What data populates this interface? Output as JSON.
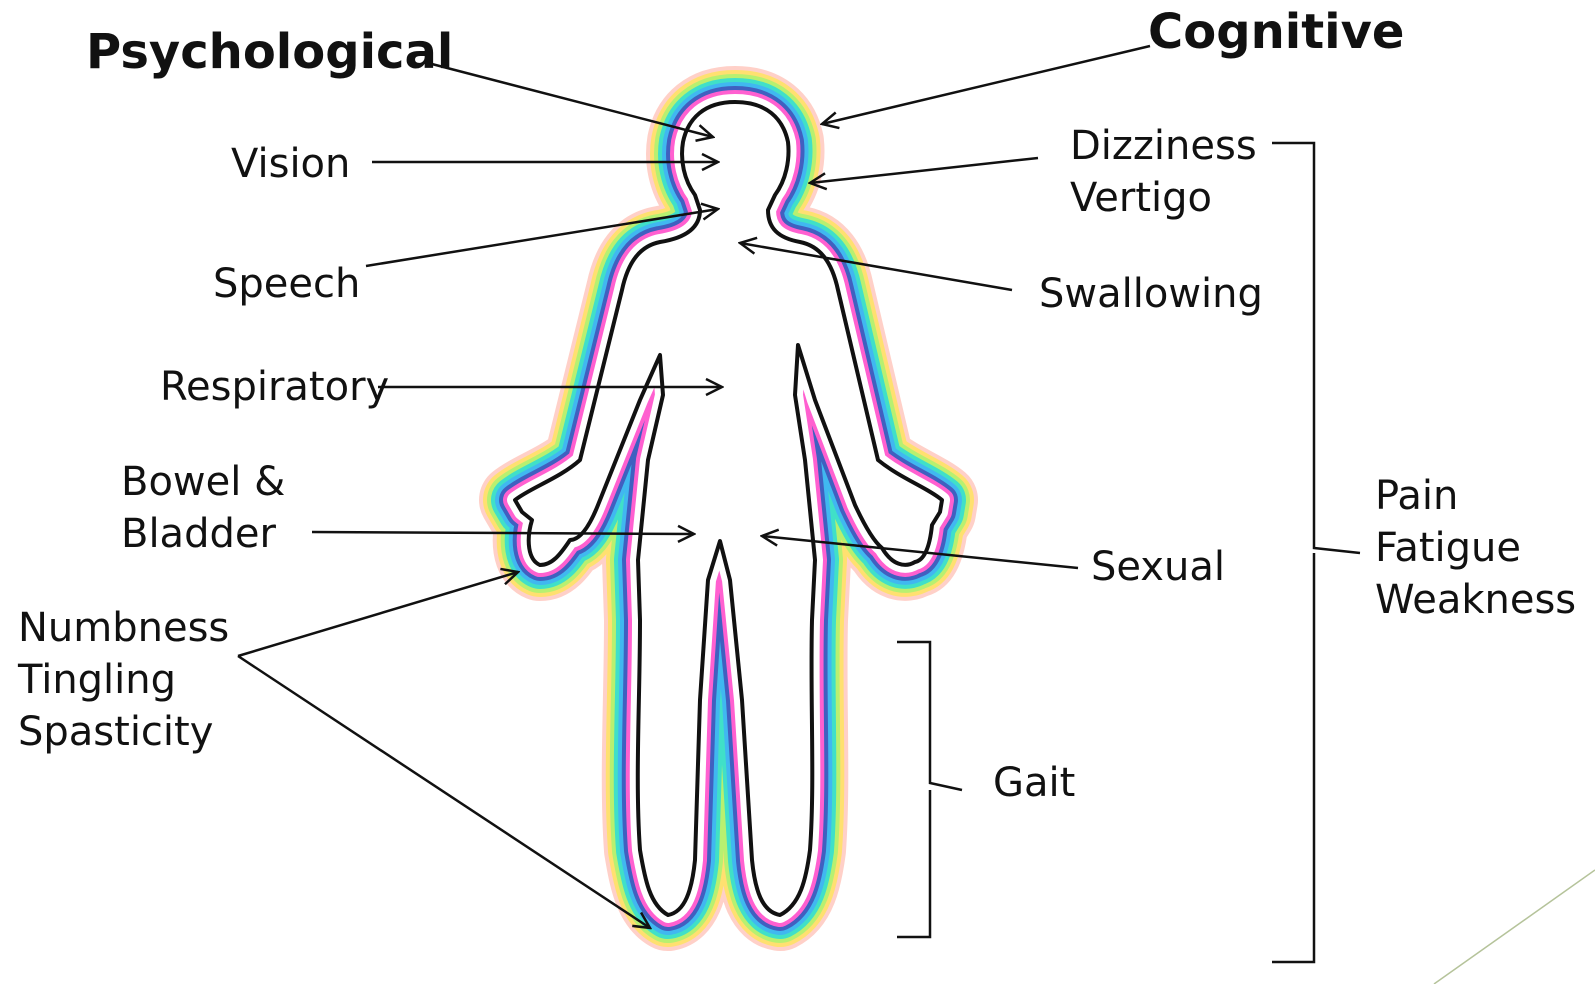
{
  "labels": {
    "psychological": "Psychological",
    "cognitive": "Cognitive",
    "vision": "Vision",
    "speech": "Speech",
    "respiratory": "Respiratory",
    "bowel_bladder": [
      "Bowel &",
      "Bladder"
    ],
    "numbness_group": [
      "Numbness",
      "Tingling",
      "Spasticity"
    ],
    "dizziness_group": [
      "Dizziness",
      "Vertigo"
    ],
    "swallowing": "Swallowing",
    "sexual": "Sexual",
    "gait": "Gait",
    "general_group": [
      "Pain",
      "Fatigue",
      "Weakness"
    ]
  },
  "colors": {
    "text": "#111111",
    "line": "#111111",
    "aura": [
      "#ffd0c8",
      "#ffe070",
      "#b8f070",
      "#40e0c8",
      "#40b8f0",
      "#4060c0",
      "#ff60d0",
      "#ffffff"
    ]
  }
}
